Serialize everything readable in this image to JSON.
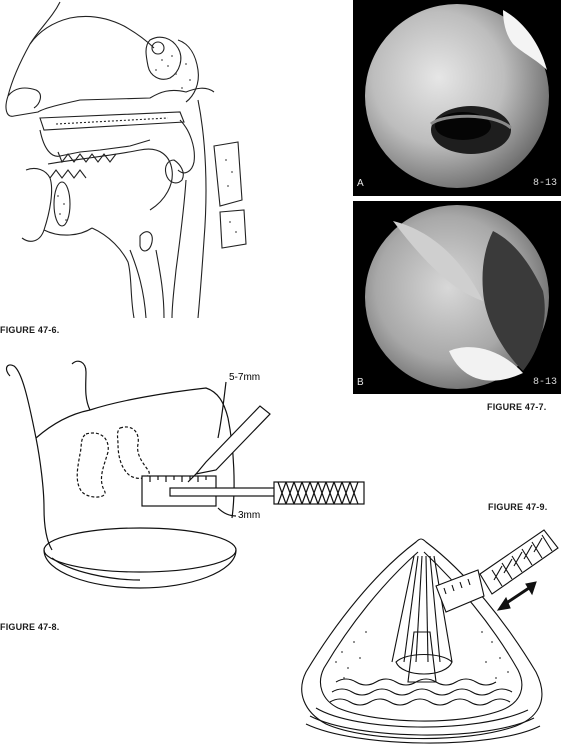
{
  "figures": {
    "fig6": {
      "caption": "FIGURE 47-6."
    },
    "fig7": {
      "caption": "FIGURE 47-7.",
      "panel_a": {
        "label": "A",
        "stamp": "8-13"
      },
      "panel_b": {
        "label": "B",
        "stamp": "8-13"
      }
    },
    "fig8": {
      "caption": "FIGURE 47-8.",
      "annotations": {
        "top": "5-7mm",
        "bottom": "3mm"
      }
    },
    "fig9": {
      "caption": "FIGURE 47-9."
    }
  }
}
